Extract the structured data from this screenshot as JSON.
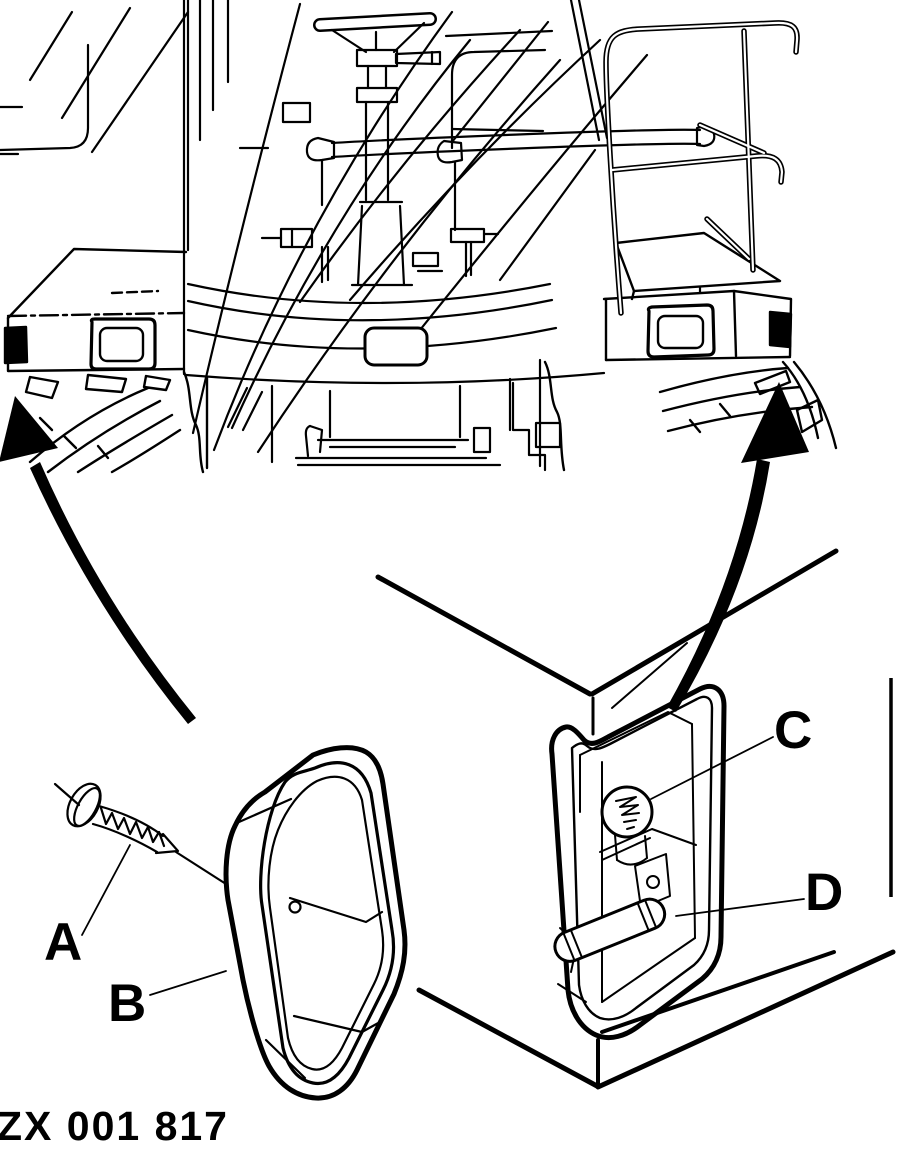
{
  "figure_code": "ZX 001 817",
  "labels": {
    "a": "A",
    "b": "B",
    "c": "C",
    "d": "D"
  },
  "colors": {
    "ink": "#000000",
    "paper": "#ffffff"
  }
}
